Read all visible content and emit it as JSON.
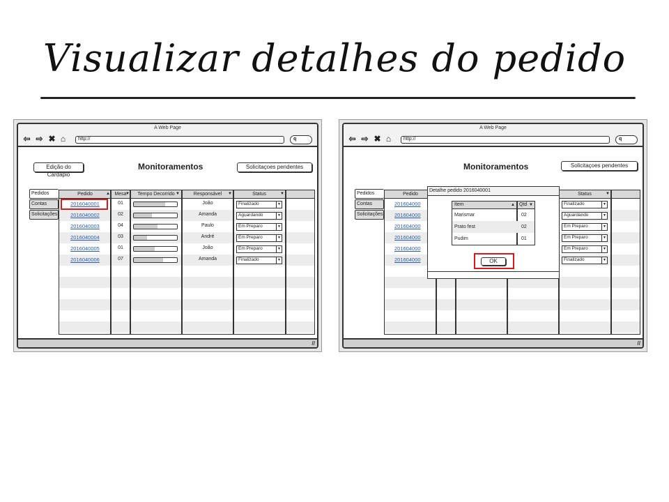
{
  "slide": {
    "title": "Visualizar detalhes do pedido"
  },
  "browser": {
    "window_title": "A Web Page",
    "url": "http://",
    "search_glyph": "q"
  },
  "page": {
    "heading": "Monitoramentos",
    "edit_menu_button": "Edição do Cardapio",
    "pending_button": "Solicitaçoes pendentes"
  },
  "sidebar": {
    "tabs": [
      {
        "label": "Pedidos"
      },
      {
        "label": "Contas"
      },
      {
        "label": "Solicitações"
      }
    ]
  },
  "table": {
    "columns": [
      {
        "label": "Pedido"
      },
      {
        "label": "Mesa"
      },
      {
        "label": "Tempo Decorrido"
      },
      {
        "label": "Responsável"
      },
      {
        "label": "Status"
      }
    ],
    "rows": [
      {
        "pedido": "2016040001",
        "mesa": "01",
        "progress": 0.72,
        "responsavel": "João",
        "status": "Finalizado"
      },
      {
        "pedido": "2016040002",
        "mesa": "02",
        "progress": 0.42,
        "responsavel": "Amanda",
        "status": "Aguardando"
      },
      {
        "pedido": "2016040003",
        "mesa": "04",
        "progress": 0.55,
        "responsavel": "Paulo",
        "status": "Em Preparo"
      },
      {
        "pedido": "2016040004",
        "mesa": "03",
        "progress": 0.3,
        "responsavel": "André",
        "status": "Em Preparo"
      },
      {
        "pedido": "2016040005",
        "mesa": "01",
        "progress": 0.48,
        "responsavel": "João",
        "status": "Em Preparo"
      },
      {
        "pedido": "2016040006",
        "mesa": "07",
        "progress": 0.68,
        "responsavel": "Amanda",
        "status": "Finalizado"
      }
    ],
    "truncated_pedido": [
      "201604000",
      "201604000",
      "201604000",
      "201604000",
      "201604000",
      "201604000"
    ]
  },
  "dialog": {
    "title": "Detalhe pedido 2016040001",
    "columns": [
      {
        "label": "Item"
      },
      {
        "label": "Qtd"
      }
    ],
    "items": [
      {
        "item": "Marismar",
        "qtd": "02"
      },
      {
        "item": "Prato fest",
        "qtd": "02"
      },
      {
        "item": "Pudim",
        "qtd": "01"
      }
    ],
    "ok_button": "OK"
  },
  "colors": {
    "highlight": "#d6191c",
    "link": "#2a5db0"
  },
  "icons": [
    "back-arrow-icon",
    "forward-arrow-icon",
    "close-icon",
    "home-icon",
    "sort-arrow-icon",
    "dropdown-arrow-icon",
    "resize-grip-icon"
  ]
}
